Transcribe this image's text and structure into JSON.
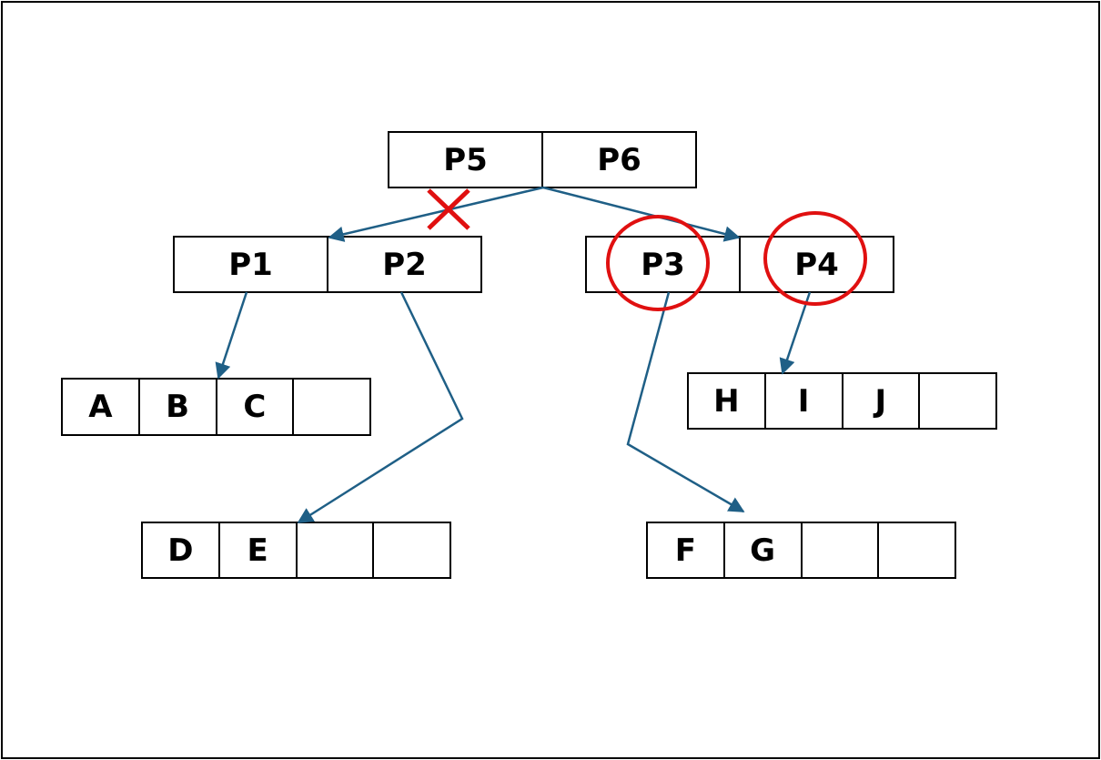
{
  "nodes": {
    "root": {
      "cells": [
        "P5",
        "P6"
      ]
    },
    "left_internal": {
      "cells": [
        "P1",
        "P2"
      ]
    },
    "right_internal": {
      "cells": [
        "P3",
        "P4"
      ]
    },
    "leaf_abc": {
      "cells": [
        "A",
        "B",
        "C",
        ""
      ]
    },
    "leaf_de": {
      "cells": [
        "D",
        "E",
        "",
        ""
      ]
    },
    "leaf_fg": {
      "cells": [
        "F",
        "G",
        "",
        ""
      ]
    },
    "leaf_hij": {
      "cells": [
        "H",
        "I",
        "J",
        ""
      ]
    }
  },
  "highlighted_cells": [
    "P3",
    "P4"
  ],
  "removed_link": "P5 → P1",
  "colors": {
    "arrow": "#1f5f86",
    "highlight": "#e01010",
    "border": "#000000"
  }
}
